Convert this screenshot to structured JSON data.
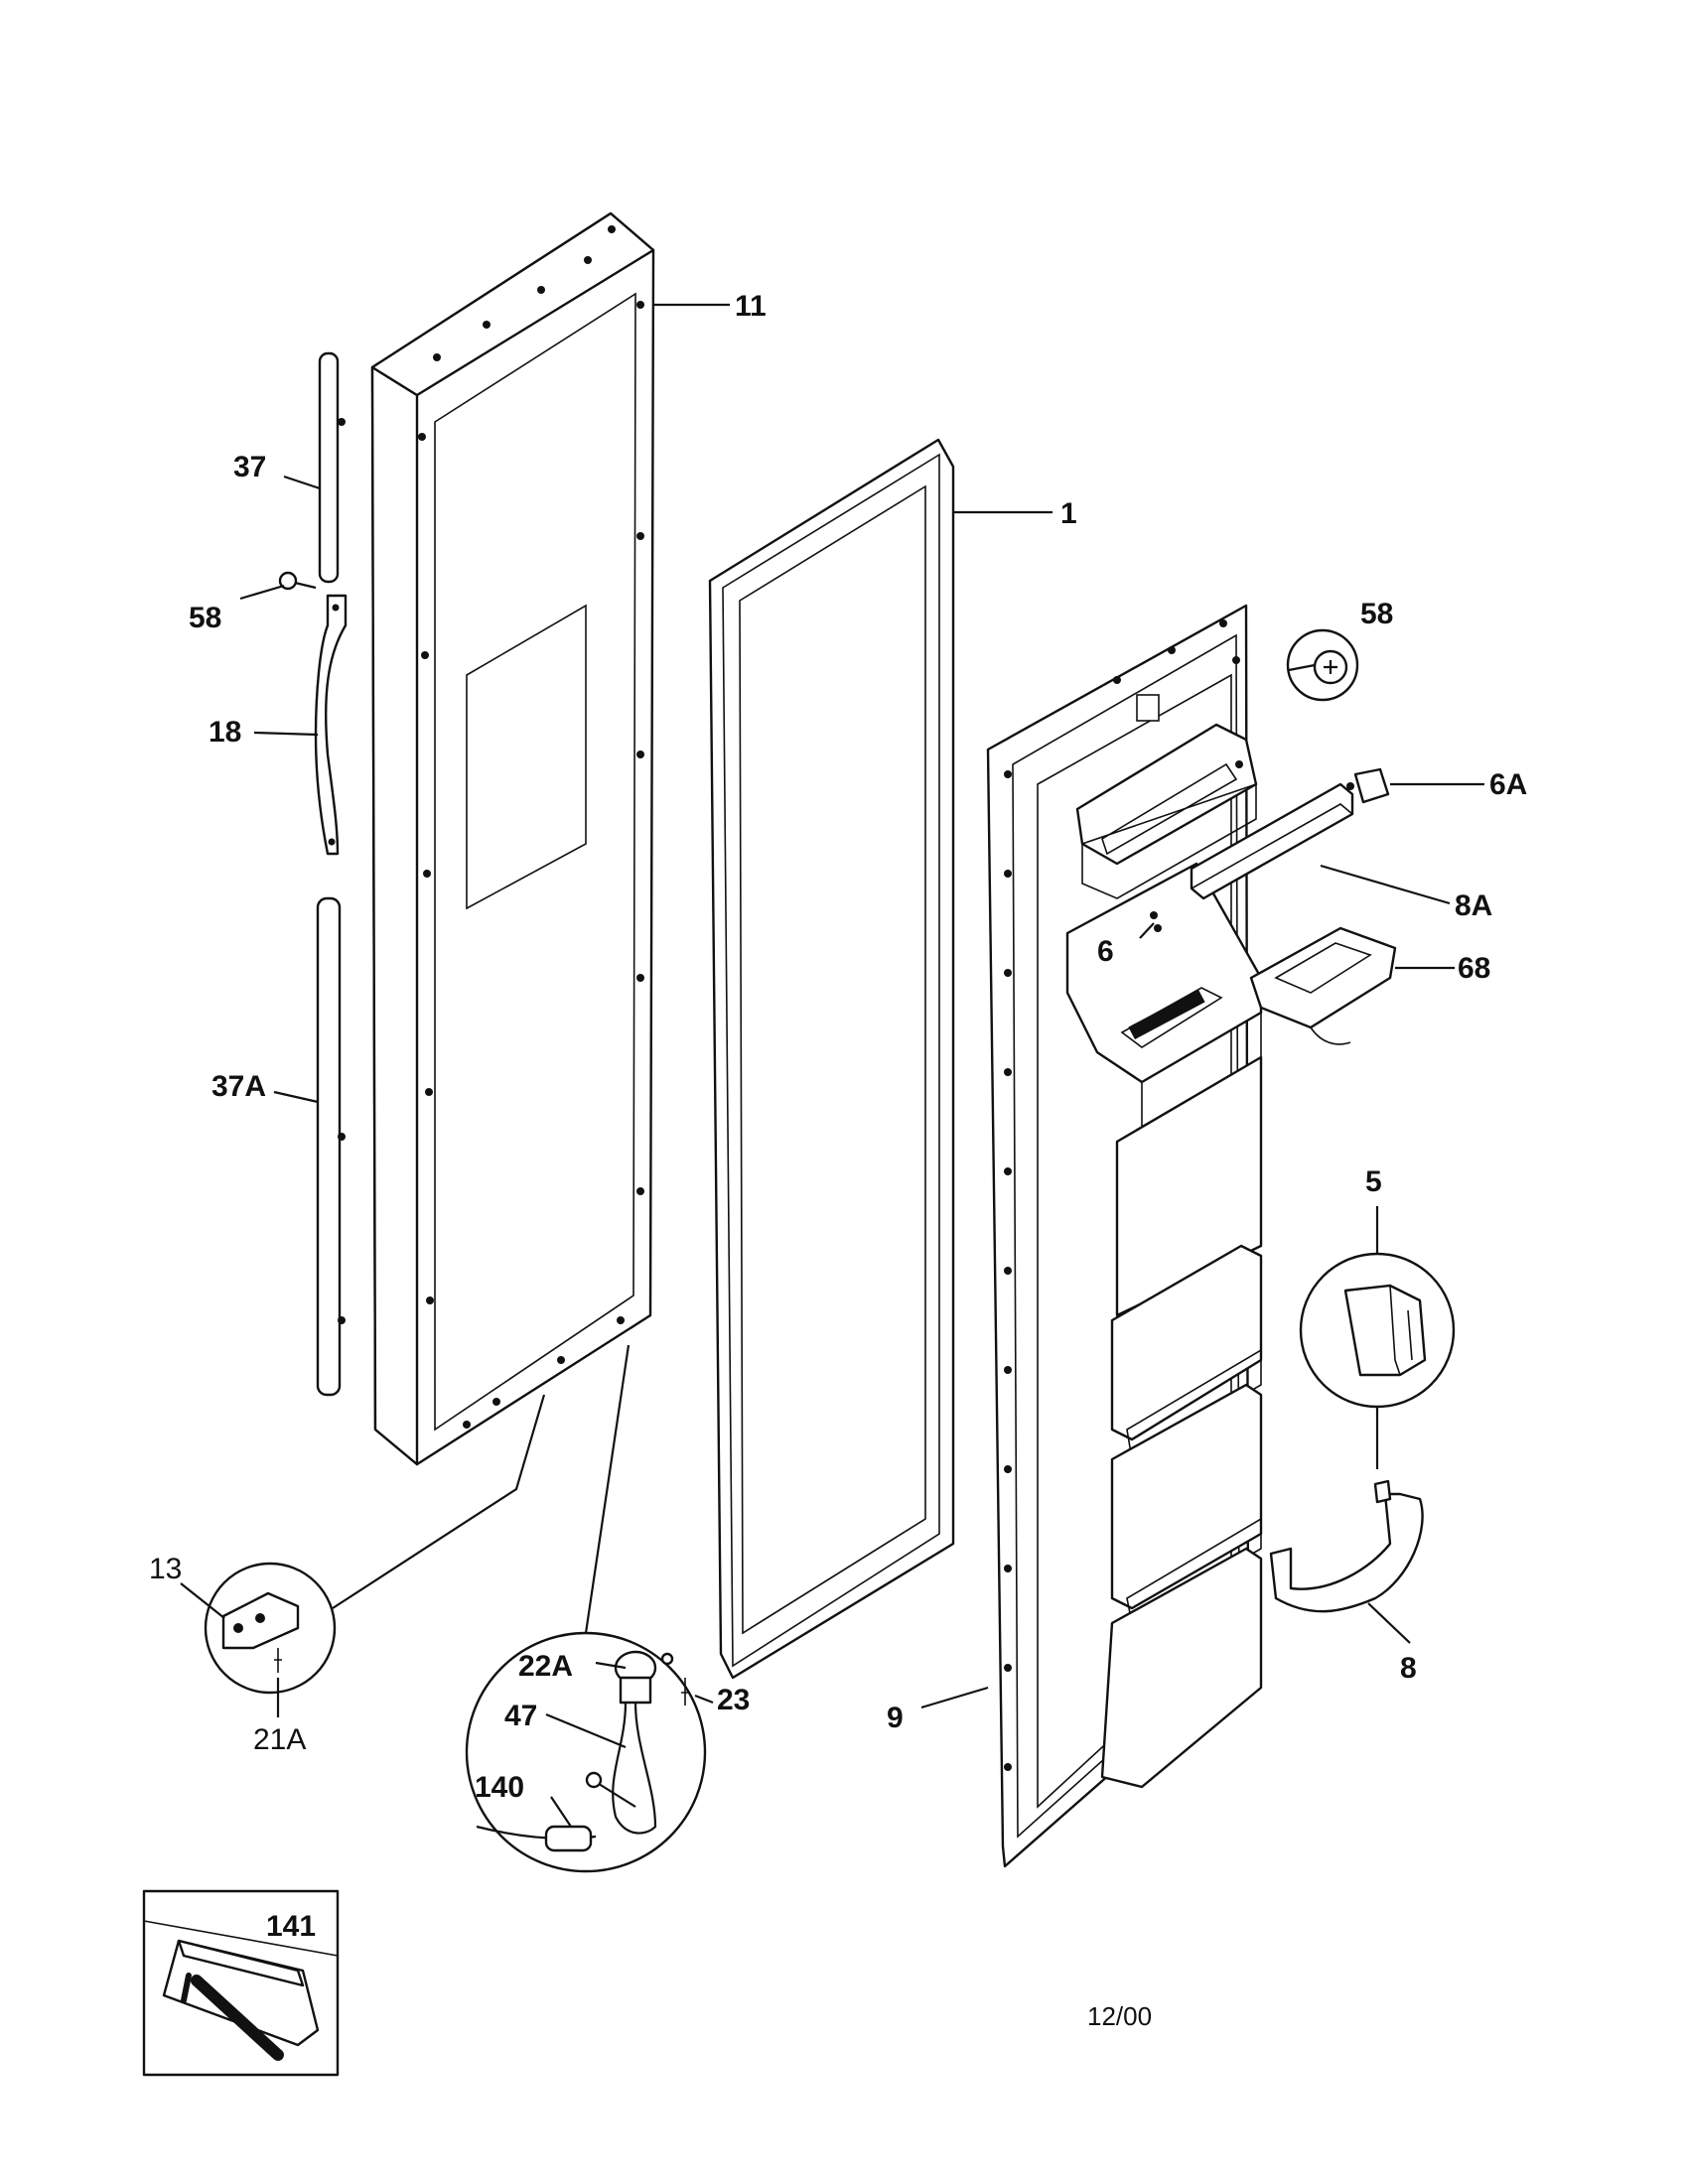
{
  "labels": {
    "l11": "11",
    "l1": "1",
    "l37": "37",
    "l58a": "58",
    "l18": "18",
    "l37a": "37A",
    "l58b": "58",
    "l6a": "6A",
    "l8a": "8A",
    "l6": "6",
    "l68": "68",
    "l5": "5",
    "l8": "8",
    "l9": "9",
    "l13": "13",
    "l21a": "21A",
    "l22a": "22A",
    "l47": "47",
    "l23": "23",
    "l140": "140",
    "l141": "141"
  },
  "date": "12/00"
}
